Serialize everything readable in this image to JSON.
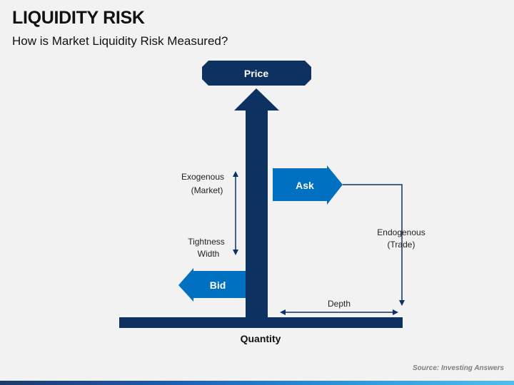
{
  "slide": {
    "title": "LIQUIDITY RISK",
    "subtitle": "How is Market Liquidity Risk Measured?",
    "source": "Source: Investing Answers"
  },
  "diagram": {
    "price_label": "Price",
    "quantity_label": "Quantity",
    "ask_label": "Ask",
    "bid_label": "Bid",
    "exogenous_line1": "Exogenous",
    "exogenous_line2": "(Market)",
    "tightness_line1": "Tightness",
    "tightness_line2": "Width",
    "endogenous_line1": "Endogenous",
    "endogenous_line2": "(Trade)",
    "depth_label": "Depth"
  },
  "colors": {
    "navy": "#0d3261",
    "blue": "#0070c0",
    "background": "#f2f2f2"
  }
}
